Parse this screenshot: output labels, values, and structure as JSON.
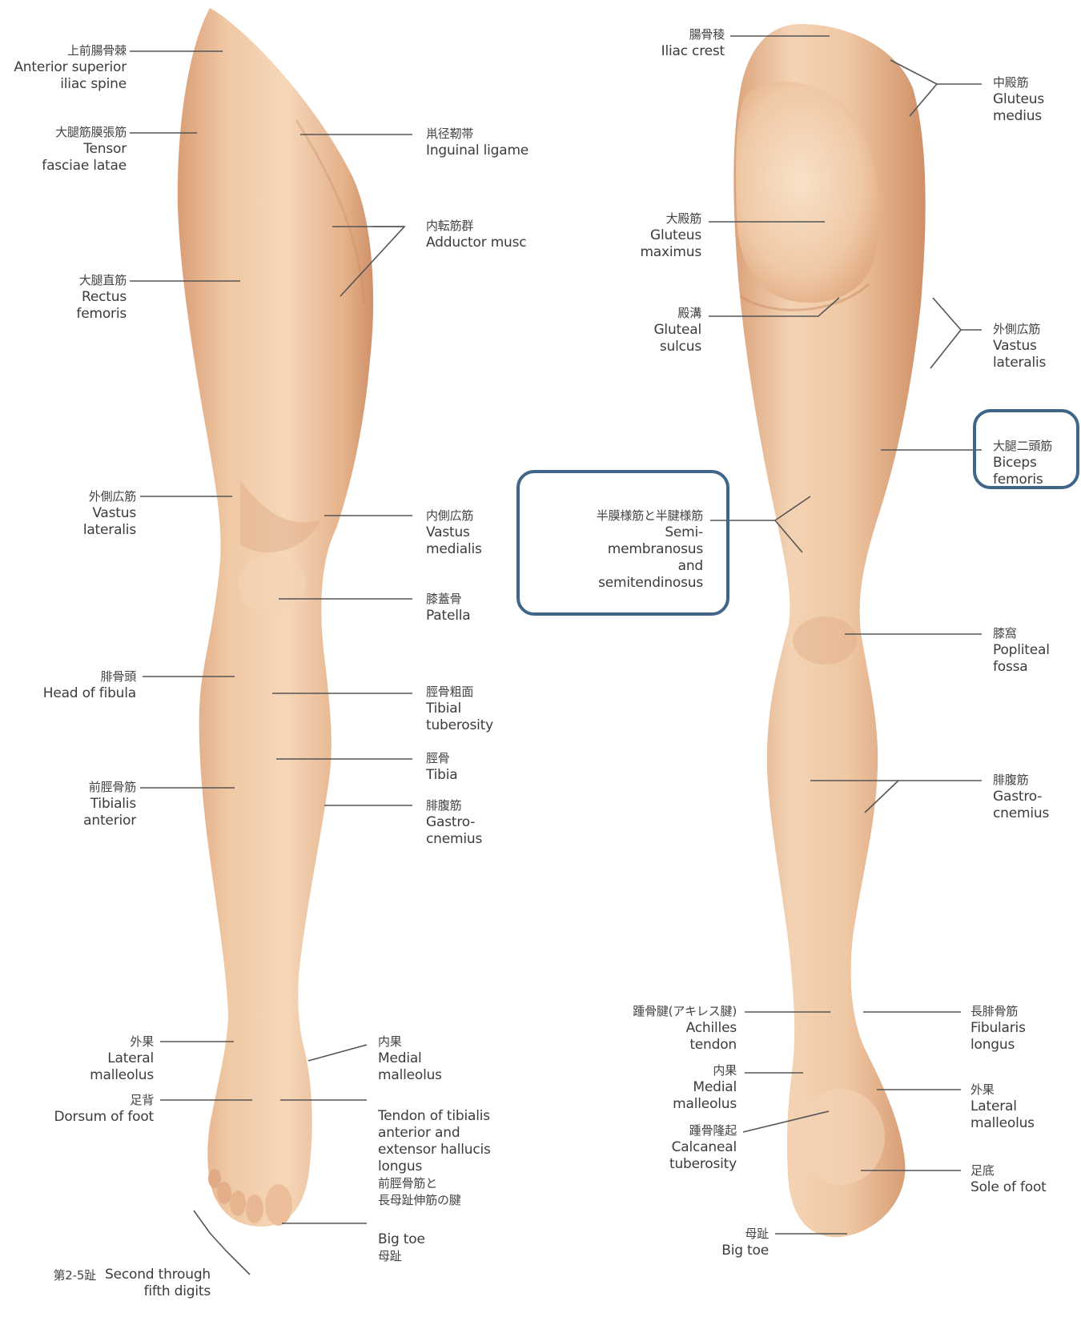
{
  "colors": {
    "skin_light": "#f3d2b2",
    "skin_mid": "#e7b48c",
    "skin_dark": "#c98a62",
    "leader": "#555555",
    "highlight_box": "#3f6588"
  },
  "anterior": {
    "labels": [
      {
        "id": "asis",
        "jp": "上前腸骨棘",
        "en": "Anterior superior\niliac spine"
      },
      {
        "id": "tfl",
        "jp": "大腿筋膜張筋",
        "en": "Tensor\nfasciae latae"
      },
      {
        "id": "rf",
        "jp": "大腿直筋",
        "en": "Rectus\nfemoris"
      },
      {
        "id": "vl",
        "jp": "外側広筋",
        "en": "Vastus\nlateralis"
      },
      {
        "id": "hf",
        "jp": "腓骨頭",
        "en": "Head of fibula"
      },
      {
        "id": "ta",
        "jp": "前脛骨筋",
        "en": "Tibialis\nanterior"
      },
      {
        "id": "lm",
        "jp": "外果",
        "en": "Lateral\nmalleolus"
      },
      {
        "id": "df",
        "jp": "足背",
        "en": "Dorsum of foot"
      },
      {
        "id": "sd",
        "jp": "第2-5趾",
        "en": "Second through\nfifth digits"
      },
      {
        "id": "il",
        "jp": "鼡径靭帯",
        "en": "Inguinal ligame"
      },
      {
        "id": "am",
        "jp": "内転筋群",
        "en": "Adductor musc"
      },
      {
        "id": "vm",
        "jp": "内側広筋",
        "en": "Vastus\nmedialis"
      },
      {
        "id": "pat",
        "jp": "膝蓋骨",
        "en": "Patella"
      },
      {
        "id": "tt",
        "jp": "脛骨粗面",
        "en": "Tibial\ntuberosity"
      },
      {
        "id": "tib",
        "jp": "脛骨",
        "en": "Tibia"
      },
      {
        "id": "gas",
        "jp": "腓腹筋",
        "en": "Gastro-\ncnemius"
      },
      {
        "id": "mm",
        "jp": "内果",
        "en": "Medial\nmalleolus"
      },
      {
        "id": "tend",
        "jp": "前脛骨筋と\n長母趾伸筋の腱",
        "en": "Tendon of tibialis\nanterior and\nextensor hallucis\nlongus"
      },
      {
        "id": "bt",
        "jp": "母趾",
        "en": "Big toe"
      }
    ]
  },
  "posterior": {
    "labels": [
      {
        "id": "ic",
        "jp": "腸骨稜",
        "en": "Iliac crest"
      },
      {
        "id": "gmax",
        "jp": "大殿筋",
        "en": "Gluteus\nmaximus"
      },
      {
        "id": "gs",
        "jp": "殿溝",
        "en": "Gluteal\nsulcus"
      },
      {
        "id": "ss",
        "jp": "半膜様筋と半腱様筋",
        "en": "Semi-\nmembranosus\nand\nsemitendinosus"
      },
      {
        "id": "ach",
        "jp": "踵骨腱(アキレス腱)",
        "en": "Achilles\ntendon"
      },
      {
        "id": "pmm",
        "jp": "内果",
        "en": "Medial\nmalleolus"
      },
      {
        "id": "ct",
        "jp": "踵骨隆起",
        "en": "Calcaneal\ntuberosity"
      },
      {
        "id": "pbt",
        "jp": "母趾",
        "en": "Big toe"
      },
      {
        "id": "gmed",
        "jp": "中殿筋",
        "en": "Gluteus\nmedius"
      },
      {
        "id": "pvl",
        "jp": "外側広筋",
        "en": "Vastus\nlateralis"
      },
      {
        "id": "bf",
        "jp": "大腿二頭筋",
        "en": "Biceps\nfemoris"
      },
      {
        "id": "pf",
        "jp": "膝窩",
        "en": "Popliteal\nfossa"
      },
      {
        "id": "pgas",
        "jp": "腓腹筋",
        "en": "Gastro-\ncnemius"
      },
      {
        "id": "fl",
        "jp": "長腓骨筋",
        "en": "Fibularis\nlongus"
      },
      {
        "id": "plm",
        "jp": "外果",
        "en": "Lateral\nmalleolus"
      },
      {
        "id": "sole",
        "jp": "足底",
        "en": "Sole of foot"
      }
    ]
  }
}
